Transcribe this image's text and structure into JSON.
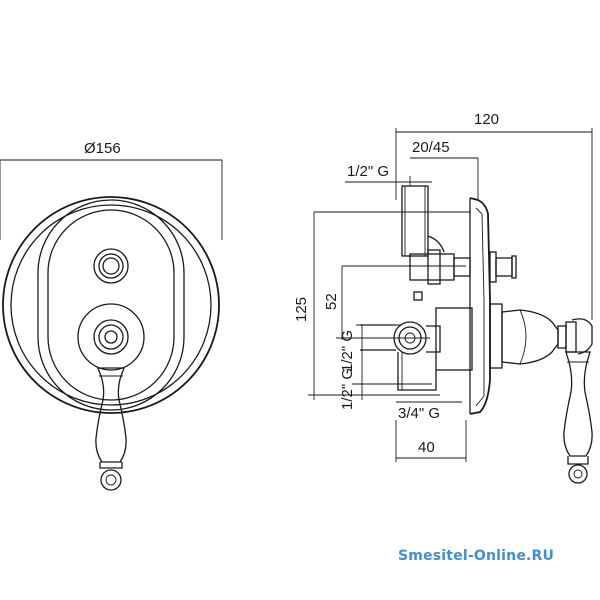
{
  "front_view": {
    "diameter_label": "Ø156"
  },
  "side_view": {
    "overall_depth_label": "120",
    "adjust_range_label": "20/45",
    "top_outlet_label": "1/2\" G",
    "height_label": "125",
    "spacing_label": "52",
    "side_inlet_label": "1/2\" G",
    "bottom_outlet_label": "1/2\" G",
    "body_thread_label": "3/4\" G",
    "body_depth_label": "40"
  },
  "watermark": "Smesitel-Online.RU",
  "colors": {
    "line": "#1a1a1a",
    "watermark": "#3d8fd8"
  }
}
